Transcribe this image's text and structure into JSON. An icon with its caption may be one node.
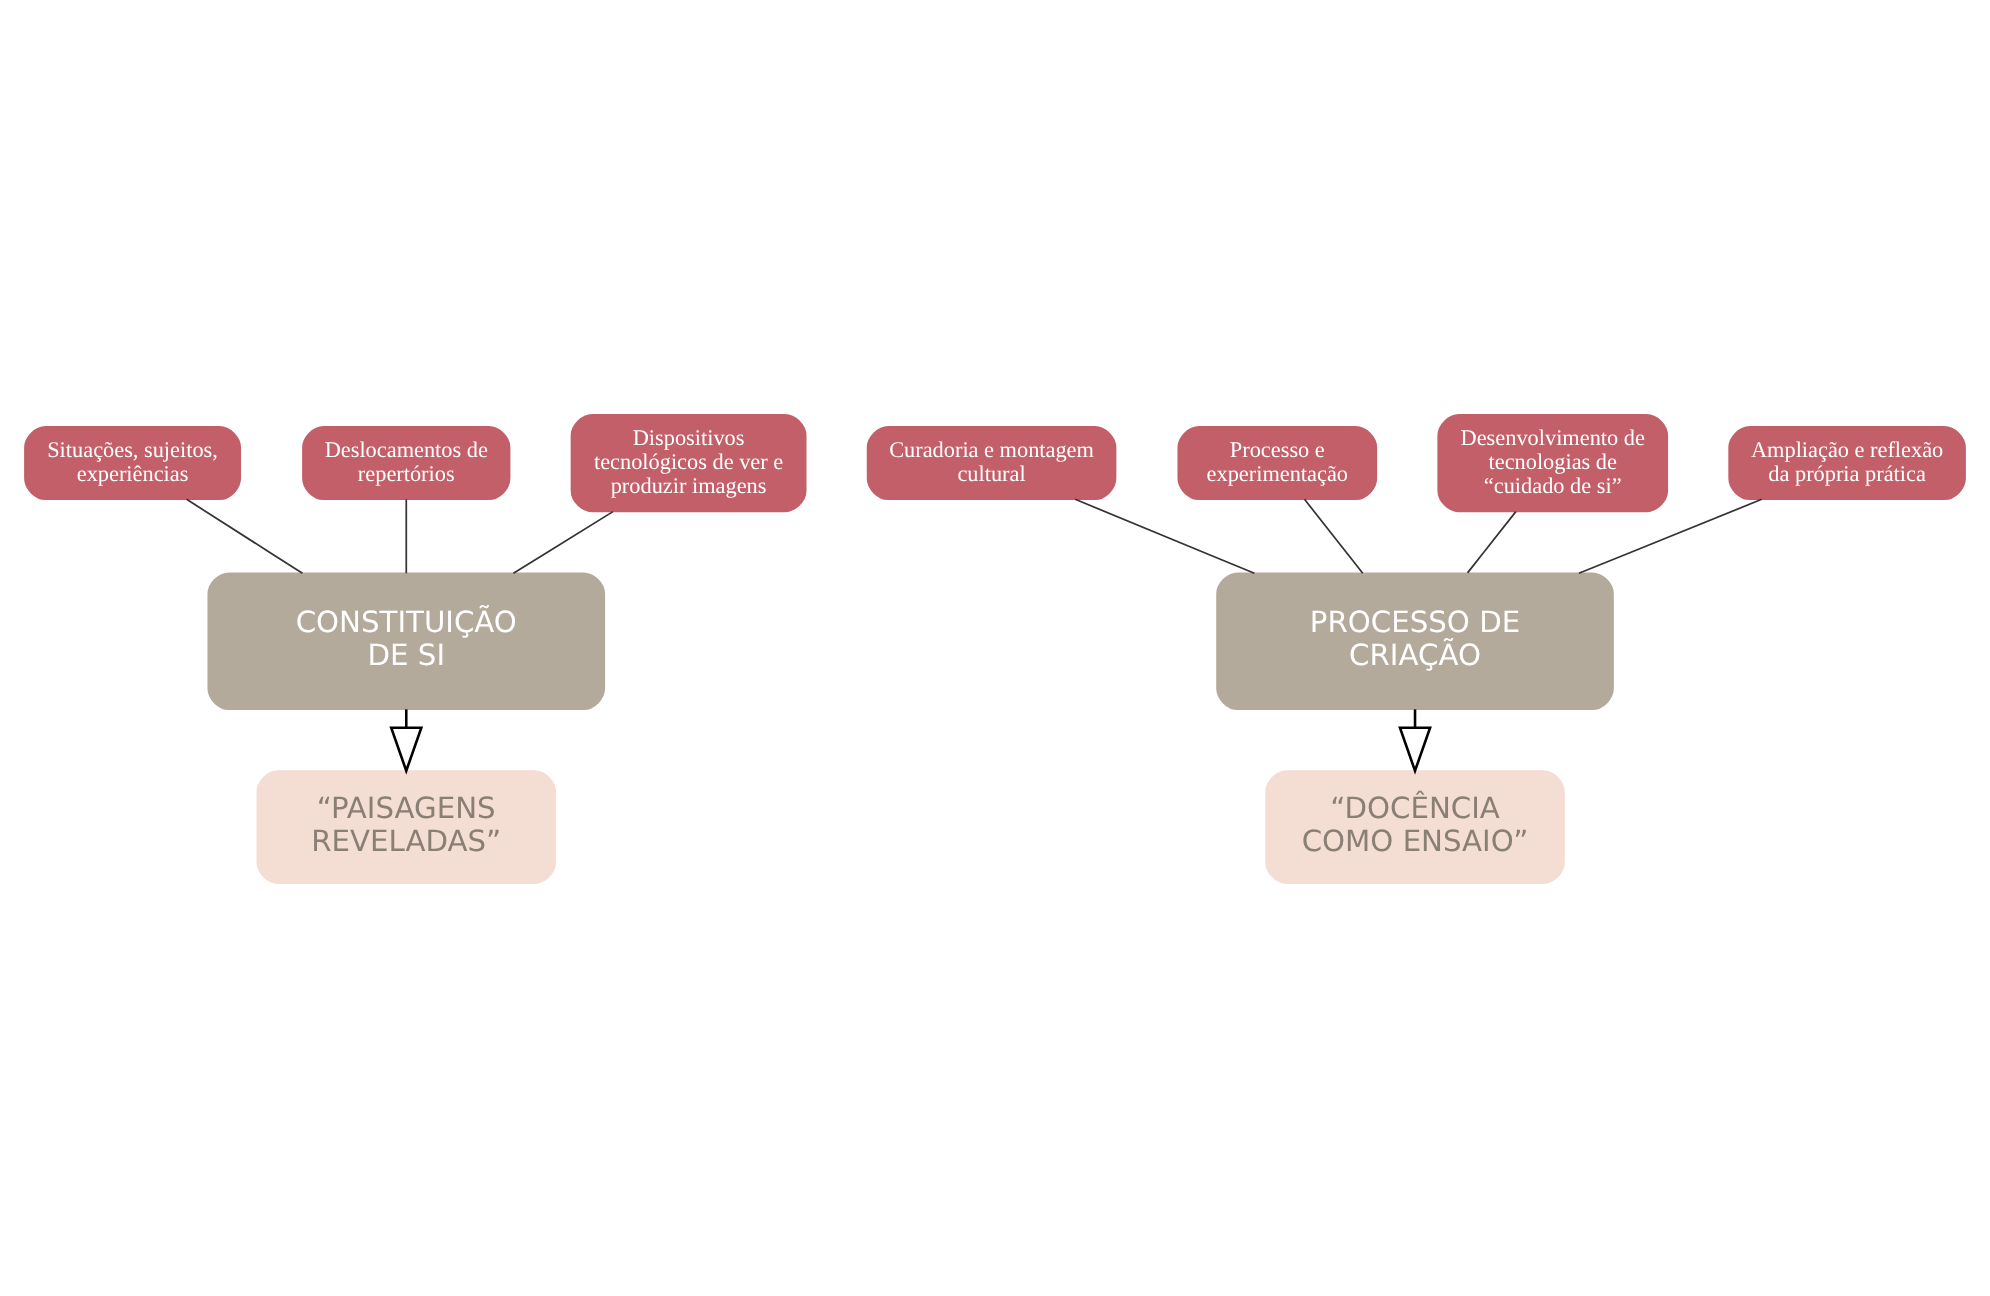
{
  "diagram": {
    "nodes": [
      {
        "text": [
          "Situações, sujeitos, experiências"
        ]
      },
      {
        "text": [
          "Deslocamentos de repertórios"
        ]
      },
      {
        "text": [
          "Dispositivos tecnológicos de ver e produzir imagens"
        ]
      },
      {
        "text": [
          "CONSTITUIÇÃO DE SI"
        ]
      },
      {
        "text": [
          "“PAISAGENS REVELADAS”"
        ]
      },
      {
        "text": [
          "Curadoria e montagem cultural"
        ]
      },
      {
        "text": [
          "Processo e experimentação"
        ]
      },
      {
        "text": [
          "Desenvolvimento de tecnologias de “cuidado de si”"
        ]
      },
      {
        "text": [
          "Ampliação e reflexão da própria prática"
        ]
      },
      {
        "text": [
          "PROCESSO DE CRIAÇÃO"
        ]
      },
      {
        "text": [
          "“DOCÊNCIA COMO ENSAIO”"
        ]
      }
    ],
    "edges": [
      {
        "from": 0,
        "to": 3,
        "arrow": "none"
      },
      {
        "from": 1,
        "to": 3,
        "arrow": "none"
      },
      {
        "from": 2,
        "to": 3,
        "arrow": "none"
      },
      {
        "from": 3,
        "to": 4,
        "arrow": "to"
      },
      {
        "from": 5,
        "to": 9,
        "arrow": "none"
      },
      {
        "from": 6,
        "to": 9,
        "arrow": "none"
      },
      {
        "from": 7,
        "to": 9,
        "arrow": "none"
      },
      {
        "from": 8,
        "to": 9,
        "arrow": "none"
      },
      {
        "from": 9,
        "to": 10,
        "arrow": "to"
      }
    ]
  }
}
